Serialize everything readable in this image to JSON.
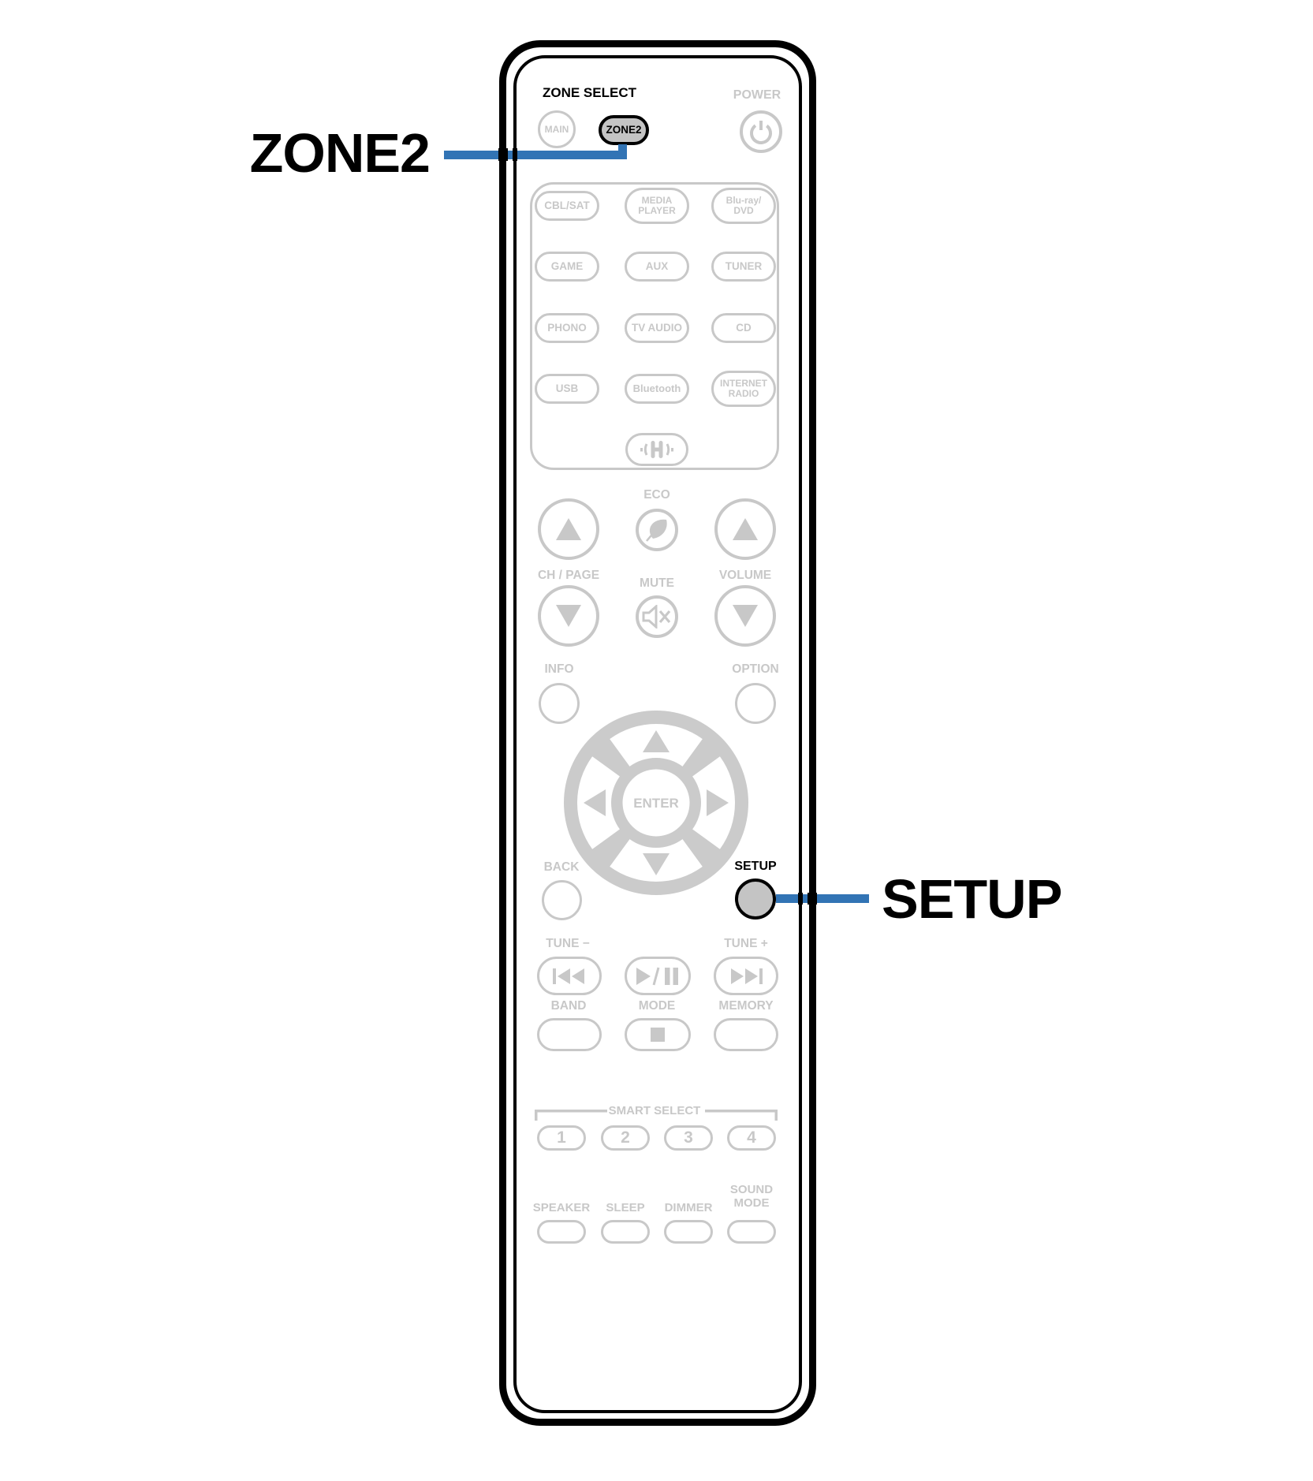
{
  "colors": {
    "accent_blue": "#3274B5",
    "control_gray": "#C8C8C8",
    "dpad_gray": "#CBCBCB",
    "highlight_button_fill": "#C4C4C4",
    "outline_black": "#000000",
    "background": "#FFFFFF"
  },
  "callouts": {
    "zone2": "ZONE2",
    "setup": "SETUP"
  },
  "remote": {
    "header": {
      "zone_select_label": "ZONE SELECT",
      "main_button": "MAIN",
      "zone2_button": "ZONE2",
      "power_label": "POWER"
    },
    "sources": {
      "buttons": [
        "CBL/SAT",
        "MEDIA\nPLAYER",
        "Blu-ray/\nDVD",
        "GAME",
        "AUX",
        "TUNER",
        "PHONO",
        "TV AUDIO",
        "CD",
        "USB",
        "Bluetooth",
        "INTERNET\nRADIO"
      ]
    },
    "mid": {
      "eco_label": "ECO",
      "ch_page_label": "CH / PAGE",
      "mute_label": "MUTE",
      "volume_label": "VOLUME",
      "info_label": "INFO",
      "option_label": "OPTION"
    },
    "nav": {
      "enter_label": "ENTER",
      "back_label": "BACK",
      "setup_label": "SETUP"
    },
    "transport": {
      "tune_minus_label": "TUNE −",
      "tune_plus_label": "TUNE +",
      "band_label": "BAND",
      "mode_label": "MODE",
      "memory_label": "MEMORY"
    },
    "smart_select": {
      "title": "SMART SELECT",
      "buttons": [
        "1",
        "2",
        "3",
        "4"
      ]
    },
    "bottom_labels": [
      "SPEAKER",
      "SLEEP",
      "DIMMER",
      "SOUND\nMODE"
    ]
  },
  "icons": {
    "power": "power-icon",
    "eco": "eco-leaf-icon",
    "mute": "mute-speaker-x-icon",
    "calibration": "sound-calibration-icon",
    "ch_up": "up-triangle-icon",
    "ch_down": "down-triangle-icon",
    "volume_up": "up-triangle-icon",
    "volume_down": "down-triangle-icon",
    "skip_back": "skip-back-icon",
    "play_pause": "play-pause-icon",
    "skip_forward": "skip-forward-icon",
    "stop": "stop-icon",
    "dpad": "dpad-arrows"
  }
}
